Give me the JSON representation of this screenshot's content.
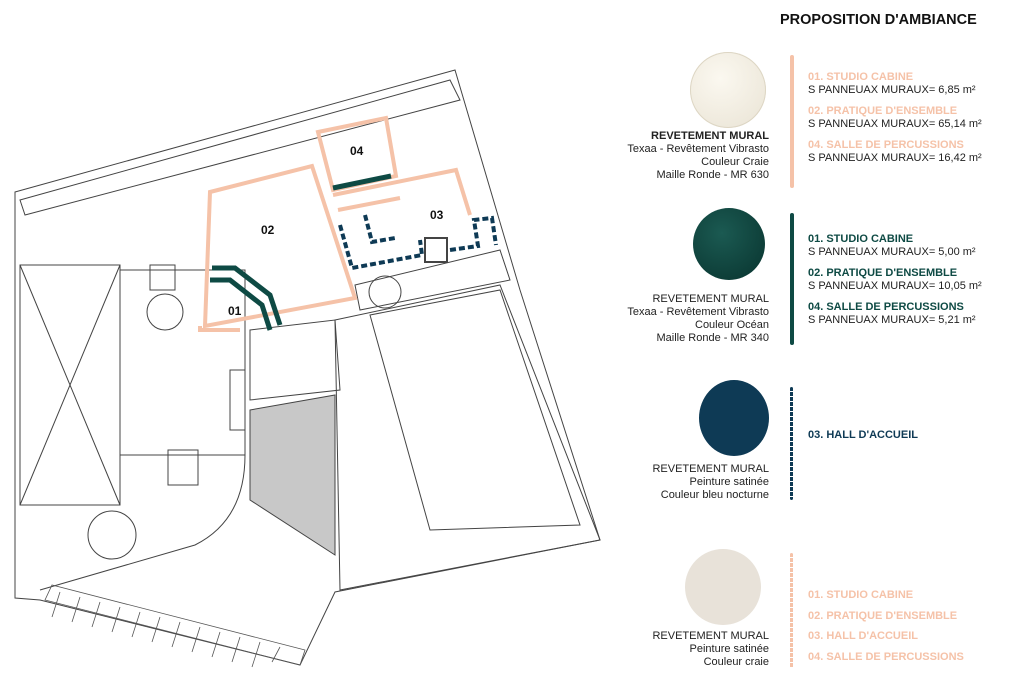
{
  "title": "PROPOSITION D'AMBIANCE",
  "plan": {
    "rooms": [
      "01",
      "02",
      "03",
      "04"
    ]
  },
  "colors": {
    "peach": "#f5c2a8",
    "green": "#0e4a44",
    "navy": "#0e3a55",
    "craie": "#e8e2d9"
  },
  "materials": [
    {
      "heading": "REVETEMENT MURAL",
      "lines": [
        "Texaa - Revêtement Vibrasto",
        "Couleur  Craie",
        "Maille Ronde - MR 630"
      ],
      "items": [
        {
          "label": "01. STUDIO CABINE",
          "value": "S PANNEUAX MURAUX= 6,85 m²"
        },
        {
          "label": "02. PRATIQUE D'ENSEMBLE",
          "value": "S PANNEUAX MURAUX= 65,14 m²"
        },
        {
          "label": "04. SALLE DE PERCUSSIONS",
          "value": "S PANNEUAX MURAUX= 16,42 m²"
        }
      ]
    },
    {
      "heading": "REVETEMENT MURAL",
      "lines": [
        "Texaa - Revêtement Vibrasto",
        "Couleur Océan",
        "Maille Ronde - MR 340"
      ],
      "items": [
        {
          "label": "01. STUDIO CABINE",
          "value": "S PANNEUAX MURAUX= 5,00 m²"
        },
        {
          "label": "02. PRATIQUE D'ENSEMBLE",
          "value": "S PANNEUAX MURAUX= 10,05 m²"
        },
        {
          "label": "04. SALLE DE PERCUSSIONS",
          "value": "S PANNEUAX MURAUX= 5,21 m²"
        }
      ]
    },
    {
      "heading": "REVETEMENT MURAL",
      "lines": [
        "Peinture satinée",
        "Couleur bleu nocturne"
      ],
      "items": [
        {
          "label": "03. HALL D'ACCUEIL"
        }
      ]
    },
    {
      "heading": "REVETEMENT MURAL",
      "lines": [
        "Peinture satinée",
        "Couleur craie"
      ],
      "items": [
        {
          "label": "01. STUDIO CABINE"
        },
        {
          "label": "02. PRATIQUE D'ENSEMBLE"
        },
        {
          "label": "03. HALL D'ACCUEIL"
        },
        {
          "label": "04. SALLE DE PERCUSSIONS"
        }
      ]
    }
  ]
}
